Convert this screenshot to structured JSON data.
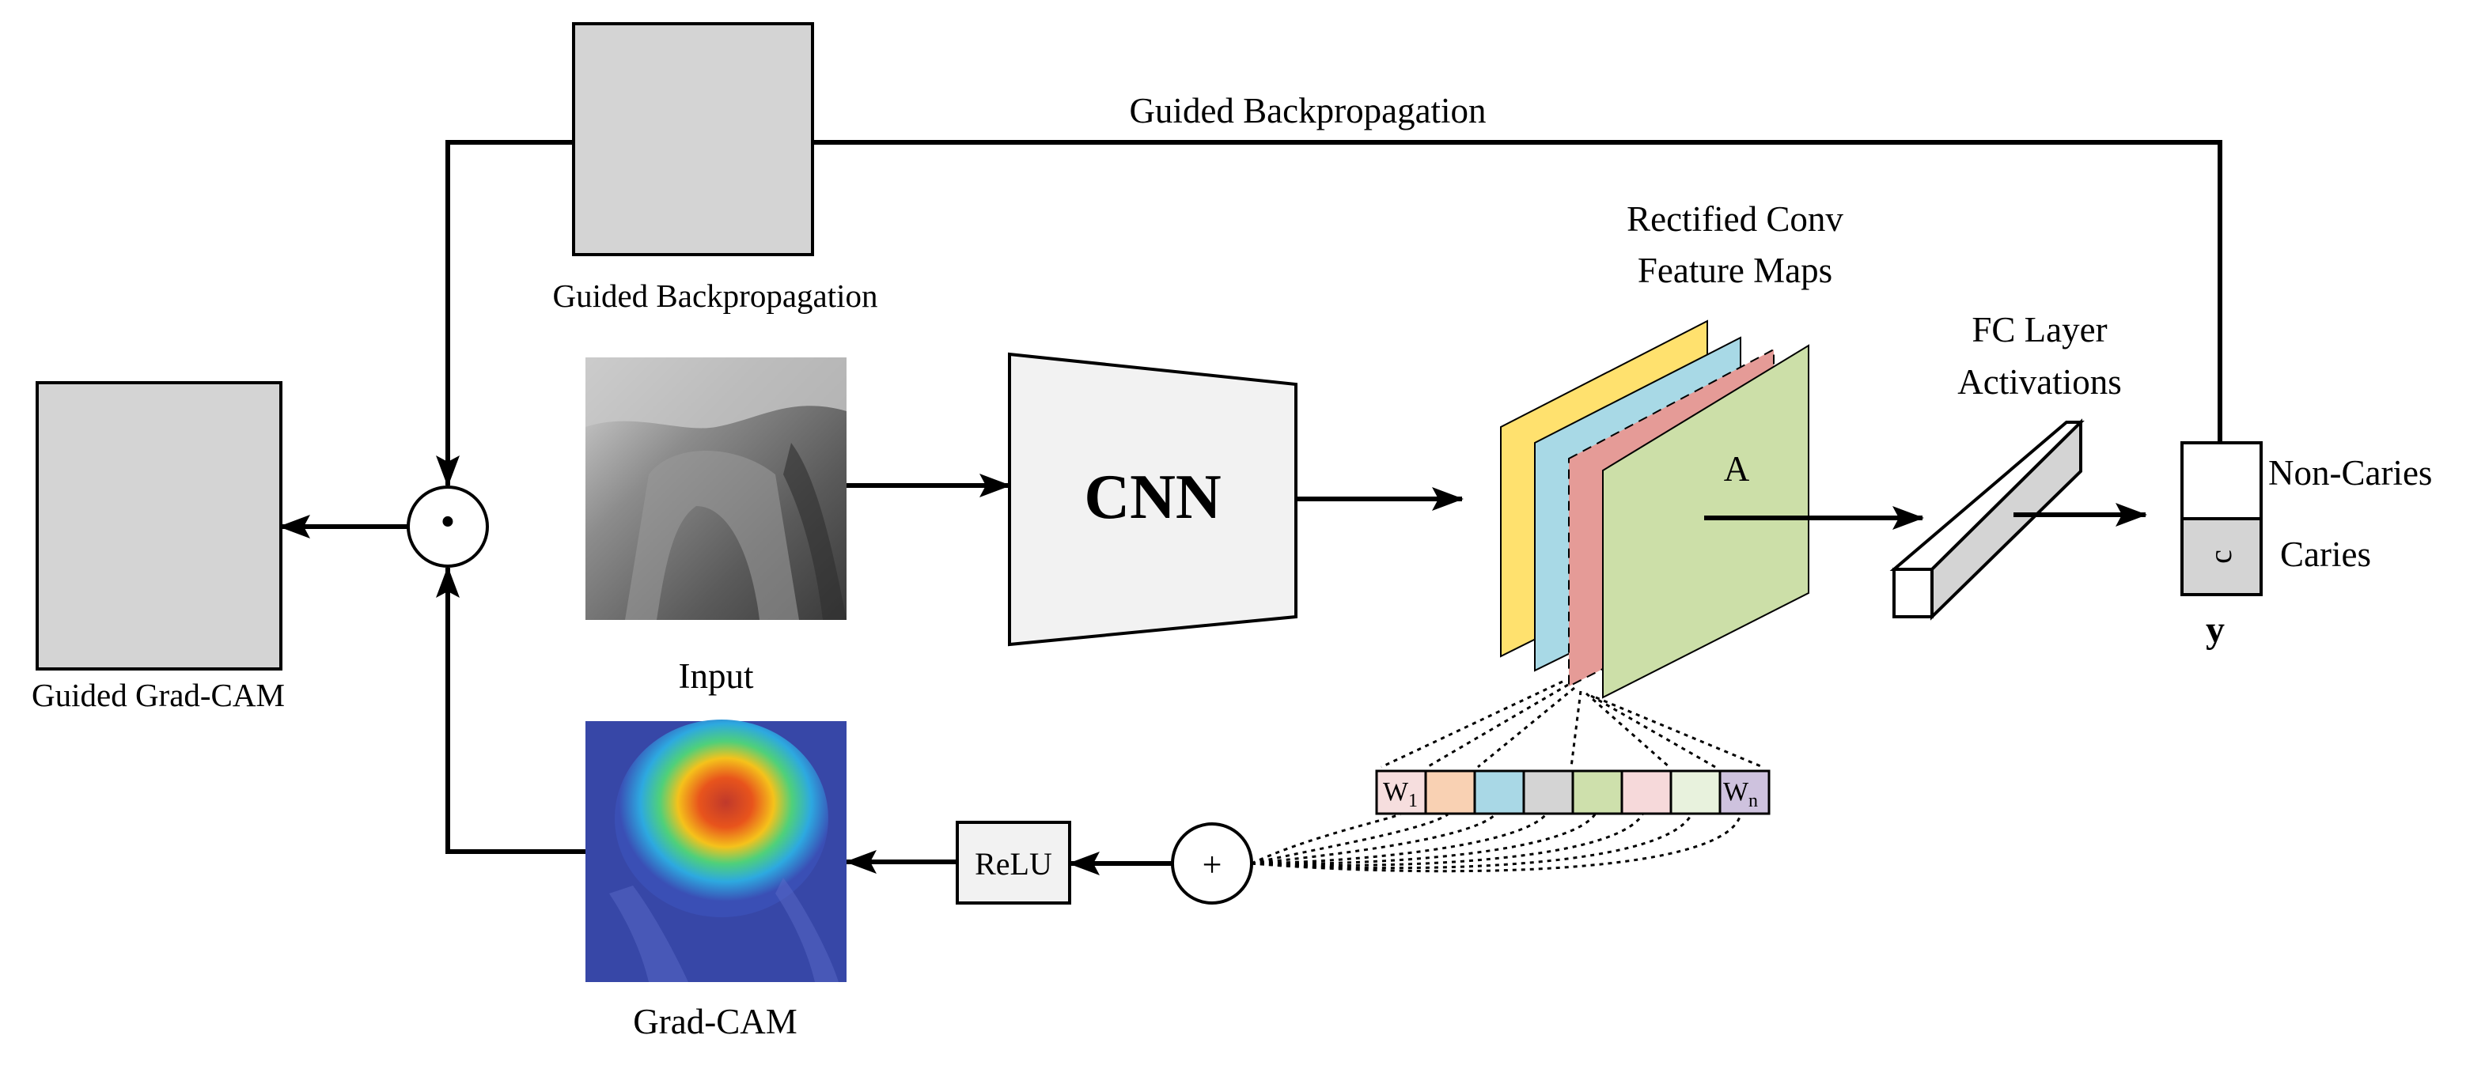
{
  "labels": {
    "guided_bp_top": "Guided Backpropagation",
    "guided_bp_box": "Guided Backpropagation",
    "guided_gradcam": "Guided Grad-CAM",
    "input": "Input",
    "cnn": "CNN",
    "feature_maps_line1": "Rectified Conv",
    "feature_maps_line2": "Feature Maps",
    "activation_a": "A",
    "fc_line1": "FC Layer",
    "fc_line2": "Activations",
    "non_caries": "Non-Caries",
    "caries": "Caries",
    "output_c": "c",
    "output_y": "y",
    "relu": "ReLU",
    "gradcam": "Grad-CAM",
    "sum_op": "+",
    "product_op": "·"
  },
  "weights": {
    "first_base": "W",
    "first_sub": "1",
    "last_base": "W",
    "last_sub": "n"
  },
  "colors": {
    "feature_map_yellow": "#FFE16E",
    "feature_map_blue": "#A8D9E6",
    "feature_map_red": "#E59B97",
    "feature_map_green": "#CCDFA8",
    "placeholder_gray": "#D4D4D4",
    "cnn_fill": "#F2F2F2",
    "weight_cell_colors": [
      "#F6DEDE",
      "#F9D1B3",
      "#A9D8E6",
      "#D4D4D4",
      "#CEE0AC",
      "#F6D9DA",
      "#E8F2DD",
      "#CEC2DE"
    ]
  }
}
